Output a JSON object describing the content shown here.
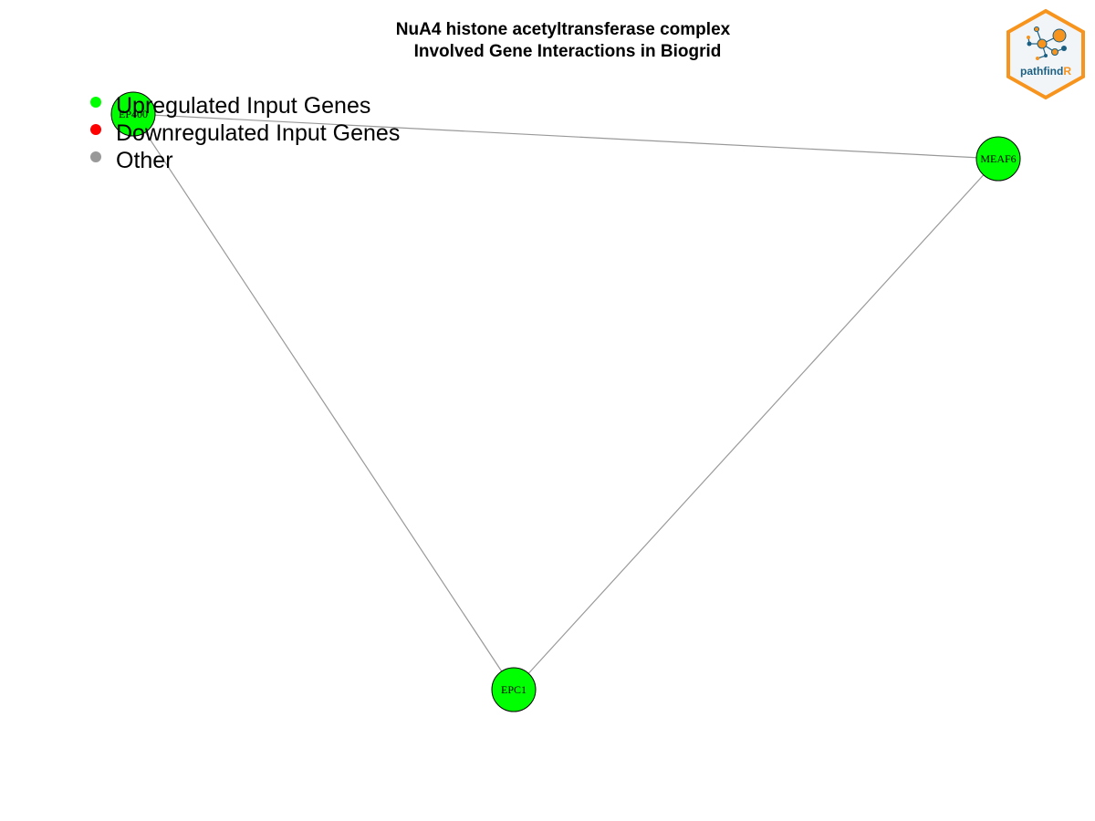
{
  "title": {
    "line1": "NuA4 histone acetyltransferase complex",
    "line2": "Involved Gene Interactions in Biogrid"
  },
  "legend": {
    "items": [
      {
        "label": "Upregulated Input Genes",
        "color": "#00ff00"
      },
      {
        "label": "Downregulated Input Genes",
        "color": "#ff0000"
      },
      {
        "label": "Other",
        "color": "#999999"
      }
    ]
  },
  "network": {
    "nodes": [
      {
        "id": "EP400",
        "label": "EP400",
        "status": "upregulated",
        "color": "#00ff00"
      },
      {
        "id": "MEAF6",
        "label": "MEAF6",
        "status": "upregulated",
        "color": "#00ff00"
      },
      {
        "id": "EPC1",
        "label": "EPC1",
        "status": "upregulated",
        "color": "#00ff00"
      }
    ],
    "edges": [
      {
        "source": "EP400",
        "target": "MEAF6"
      },
      {
        "source": "EP400",
        "target": "EPC1"
      },
      {
        "source": "MEAF6",
        "target": "EPC1"
      }
    ],
    "edge_color": "#999999"
  },
  "logo": {
    "text_main": "pathfind",
    "text_accent": "R",
    "main_color": "#1b5f82",
    "accent_color": "#f7941d",
    "border_color": "#f7941d",
    "icon": "network-hexagon-icon"
  }
}
